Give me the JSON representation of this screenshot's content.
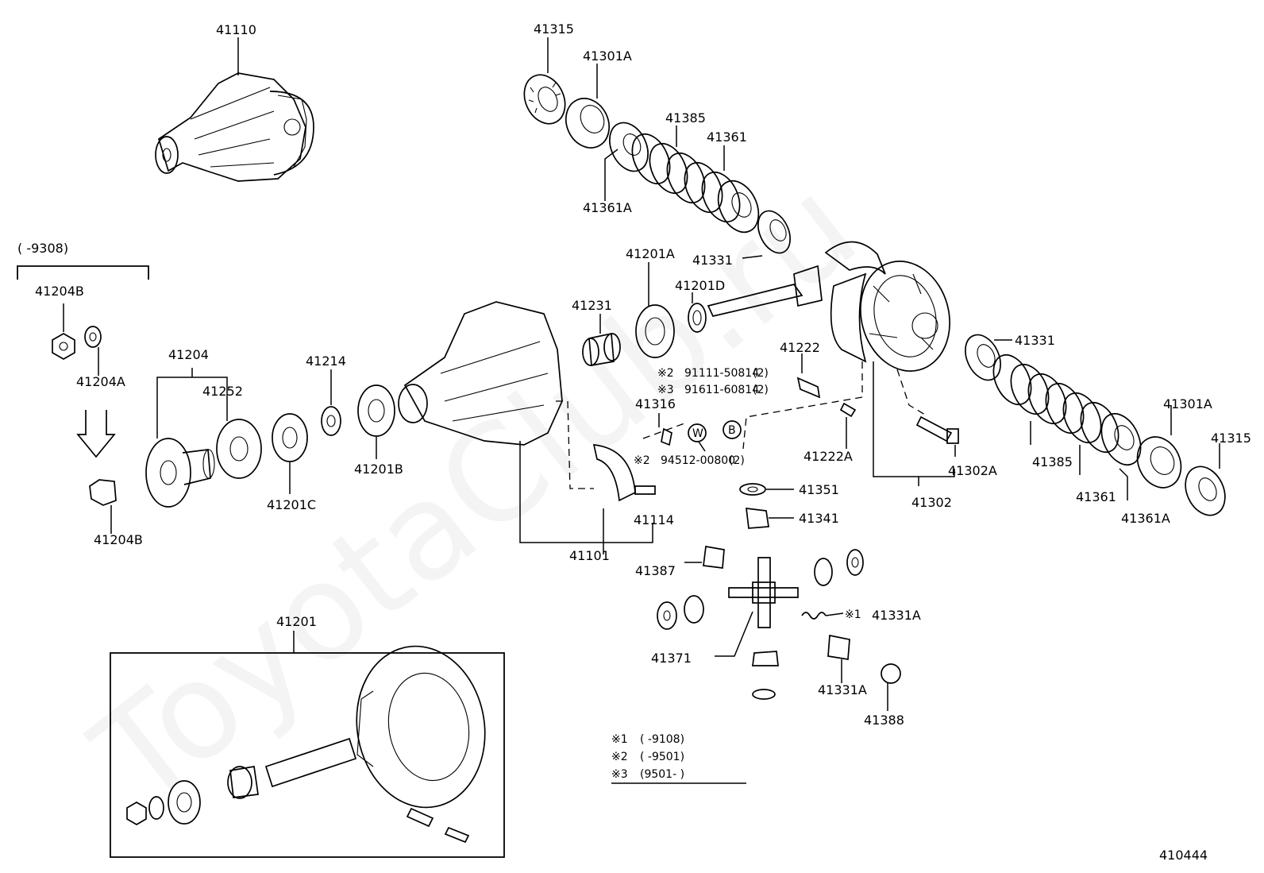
{
  "watermark": "ToyotaClub.ru",
  "labels": {
    "p41110": "41110",
    "p41315_top": "41315",
    "p41301A_top": "41301A",
    "p41385_top": "41385",
    "p41361_top": "41361",
    "p41361A_top": "41361A",
    "p41331_top": "41331",
    "p41201A": "41201A",
    "p41201D": "41201D",
    "p41231": "41231",
    "p41222": "41222",
    "p41222A": "41222A",
    "p41204B_top": "41204B",
    "p41204A": "41204A",
    "p41204B_bottom": "41204B",
    "p41204": "41204",
    "p41252": "41252",
    "p41214": "41214",
    "p41201B": "41201B",
    "p41201C": "41201C",
    "p41316": "41316",
    "p41114": "41114",
    "p41101": "41101",
    "p41351": "41351",
    "p41341": "41341",
    "p41302": "41302",
    "p41302A": "41302A",
    "p41331_right": "41331",
    "p41385_right": "41385",
    "p41361_right": "41361",
    "p41361A_right": "41361A",
    "p41301A_right": "41301A",
    "p41315_right": "41315",
    "p41387": "41387",
    "p41371": "41371",
    "p41331A_top": "41331A",
    "p41331A_bottom": "41331A",
    "p41388": "41388",
    "p41201": "41201"
  },
  "range_label_top_left": "(      -9308)",
  "footnote_parts": {
    "n1": {
      "mark": "※2",
      "part": "91111-50814",
      "qty": "(2)"
    },
    "n2": {
      "mark": "※3",
      "part": "91611-60814",
      "qty": "(2)"
    },
    "n3": {
      "mark": "※2",
      "part": "94512-00800",
      "qty": "(2)"
    },
    "n4": {
      "mark": "※1",
      "part": "41331A"
    }
  },
  "circle_marks": {
    "w": "W",
    "b": "B"
  },
  "legend": {
    "l1_mark": "※1",
    "l1_range": "(      -9108)",
    "l2_mark": "※2",
    "l2_range": "(      -9501)",
    "l3_mark": "※3",
    "l3_range": "(9501-      )"
  },
  "diagram_id": "410444"
}
